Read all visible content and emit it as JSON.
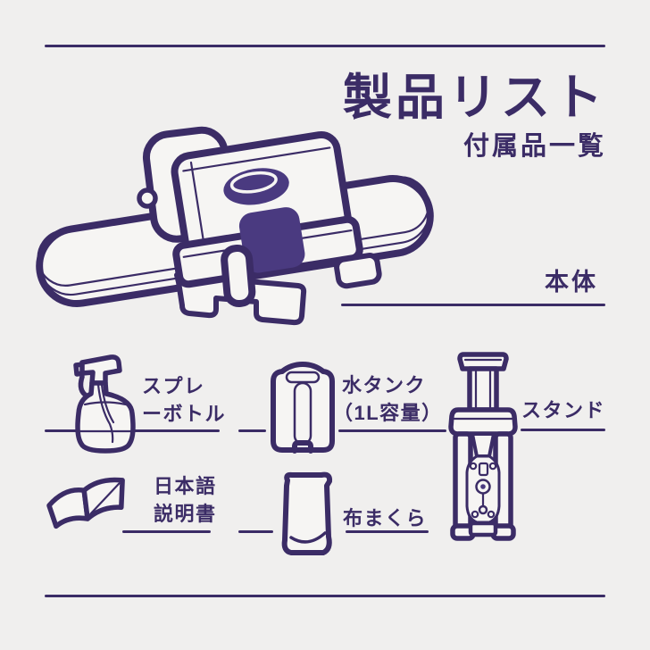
{
  "theme": {
    "background": "#f0efee",
    "ink": "#3b2c66",
    "fill_dark": "#4a3a80",
    "fill_light": "#f6f5f3"
  },
  "header": {
    "title": "製品リスト",
    "subtitle": "付属品一覧"
  },
  "main_product": {
    "name": "本体",
    "icon": "steam-press-iron-illustration"
  },
  "accessories": [
    {
      "name": "スプレーボトル",
      "label_lines": [
        "スプレ",
        "ーボトル"
      ],
      "icon": "spray-bottle-icon"
    },
    {
      "name": "水タンク（1L容量）",
      "label_lines": [
        "水タンク",
        "（1L容量）"
      ],
      "icon": "water-tank-icon"
    },
    {
      "name": "スタンド",
      "label_lines": [
        "スタンド"
      ],
      "icon": "stand-icon"
    },
    {
      "name": "日本語説明書",
      "label_lines": [
        "日本語",
        "説明書"
      ],
      "icon": "instruction-manual-icon"
    },
    {
      "name": "布まくら",
      "label_lines": [
        "布まくら"
      ],
      "icon": "cloth-pillow-icon"
    }
  ]
}
